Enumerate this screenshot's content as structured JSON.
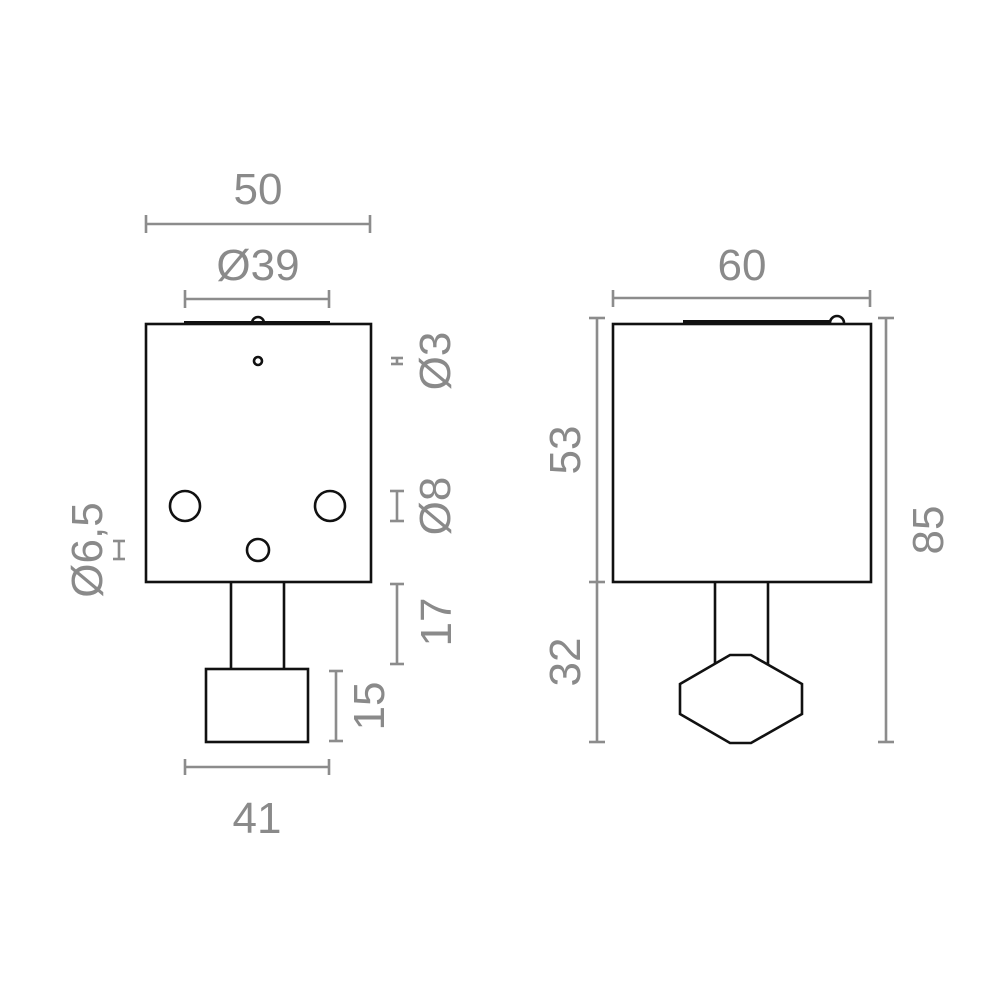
{
  "drawing": {
    "title": "Technical dimension drawing",
    "units": "mm",
    "colors": {
      "outline": "#111111",
      "dimension": "#8a8a8a",
      "background": "#ffffff"
    }
  },
  "front_view": {
    "dims": {
      "overall_width": "50",
      "plate_diameter": "Ø39",
      "small_hole": "Ø3",
      "large_hole": "Ø8",
      "center_hole": "Ø6,5",
      "stem_height": "17",
      "knob_height": "15",
      "knob_width": "41"
    }
  },
  "side_view": {
    "dims": {
      "overall_width": "60",
      "body_height": "53",
      "stem_height": "32",
      "overall_height": "85"
    }
  }
}
